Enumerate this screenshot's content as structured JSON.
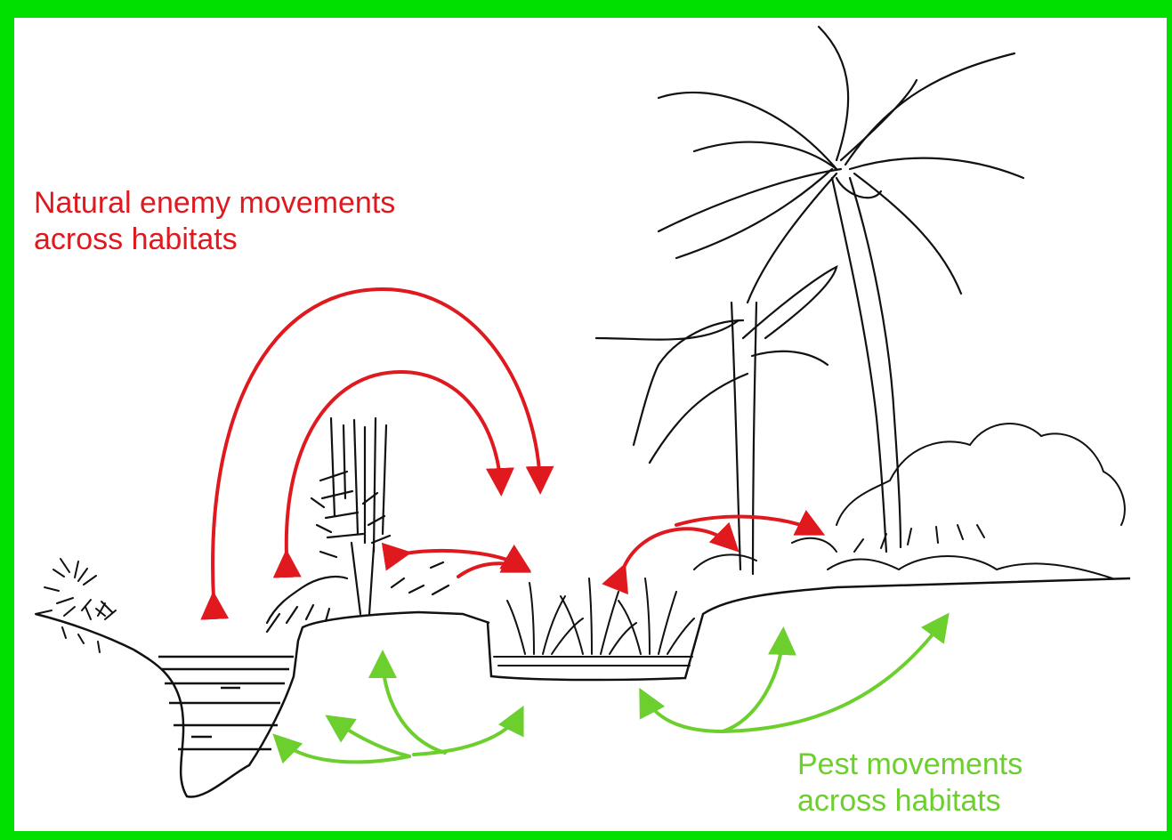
{
  "colors": {
    "frame": "#00e000",
    "background": "#ffffff",
    "natural_enemy": "#e0191f",
    "pest": "#6ccf2e",
    "ink": "#111111"
  },
  "labels": {
    "natural_enemy": {
      "line1": "Natural enemy movements",
      "line2": "across habitats"
    },
    "pest": {
      "line1": "Pest movements",
      "line2": "across habitats"
    }
  },
  "illustration": {
    "elements": [
      "pond",
      "shrub",
      "sugarcane-clump",
      "rice-paddy",
      "banana-plant",
      "coconut-palm",
      "bushes"
    ]
  }
}
